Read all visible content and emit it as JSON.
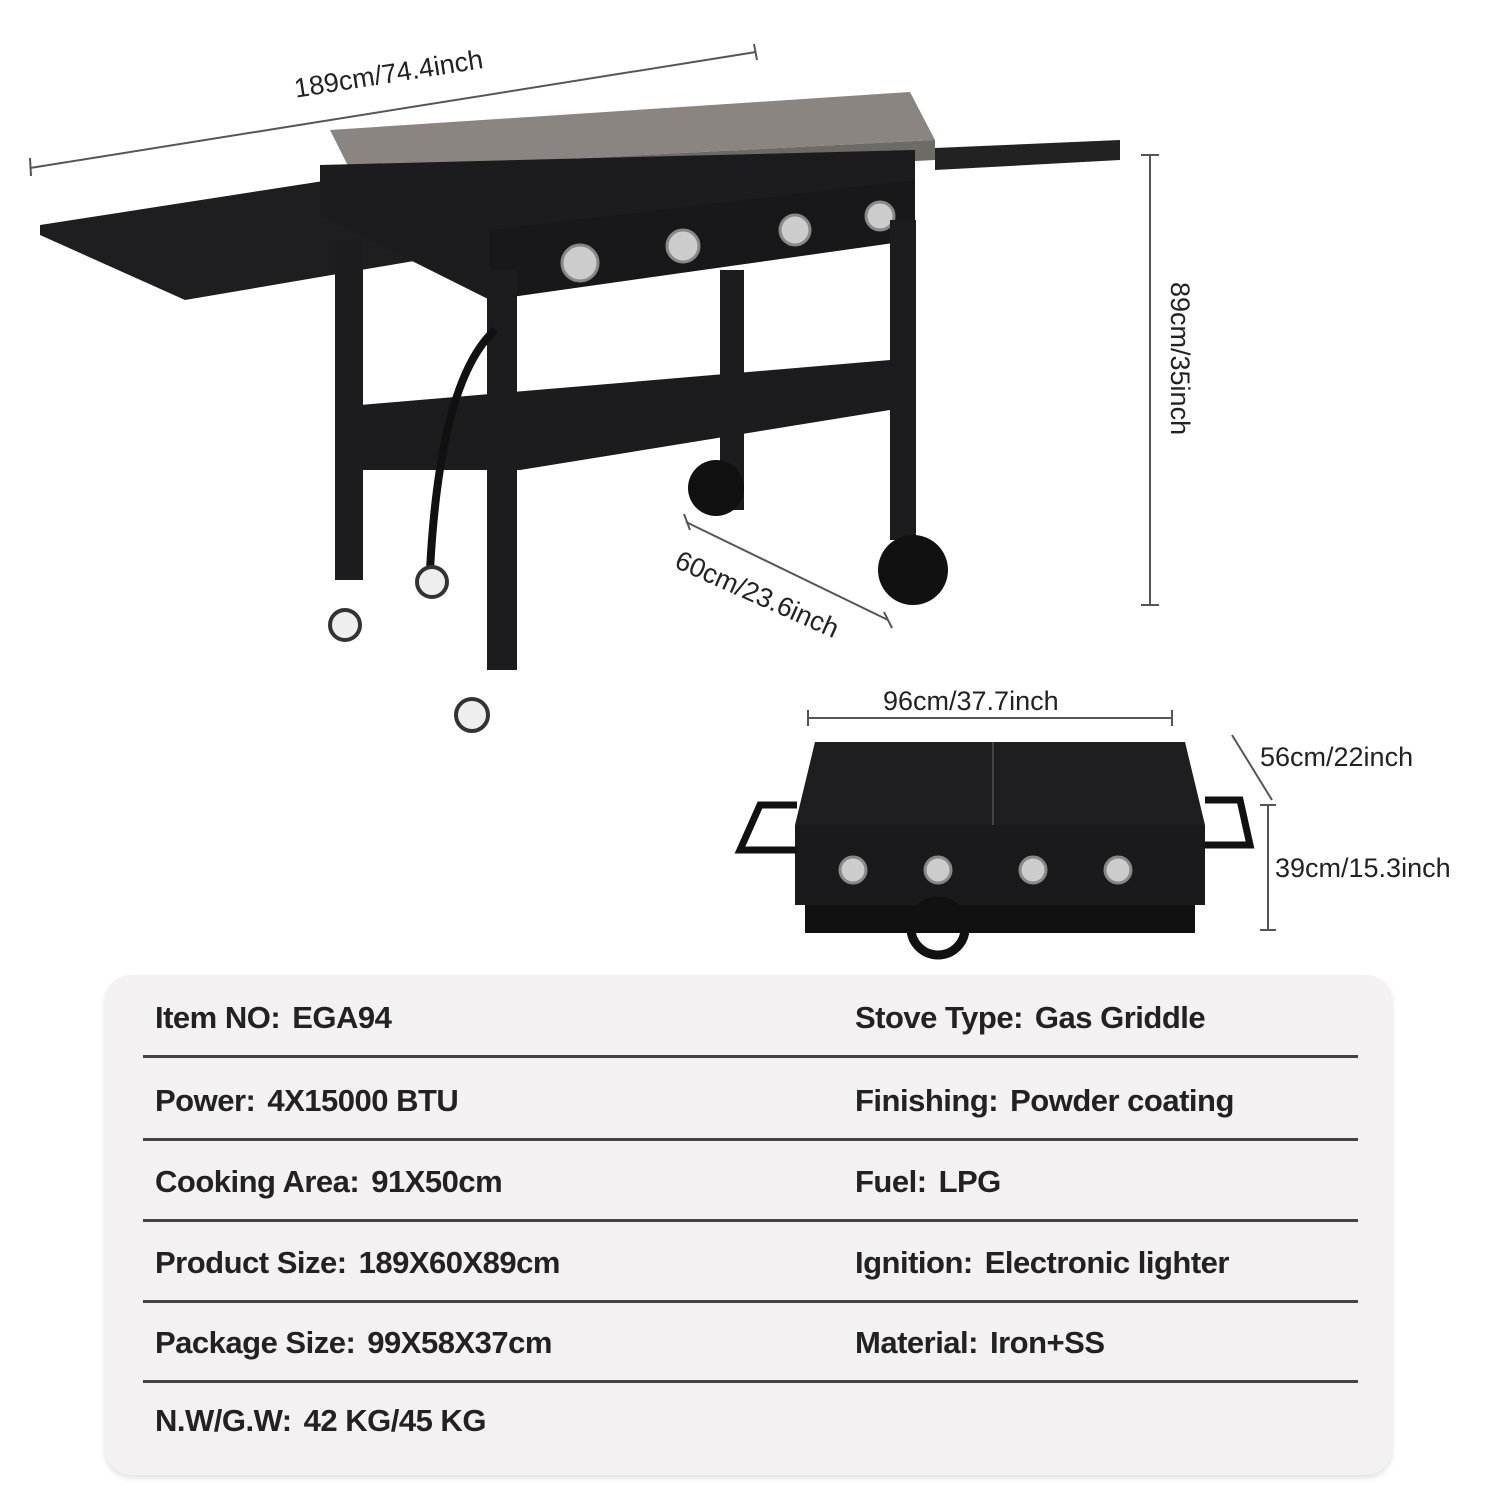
{
  "dimensions": {
    "width": "189cm/74.4inch",
    "height": "89cm/35inch",
    "depth": "60cm/23.6inch",
    "folded_width": "96cm/37.7inch",
    "folded_depth": "56cm/22inch",
    "folded_height": "39cm/15.3inch"
  },
  "specs": [
    {
      "left": {
        "label": "Item NO:",
        "value": "EGA94"
      },
      "right": {
        "label": "Stove Type:",
        "value": "Gas Griddle"
      }
    },
    {
      "left": {
        "label": "Power:",
        "value": "4X15000 BTU"
      },
      "right": {
        "label": "Finishing:",
        "value": "Powder coating"
      }
    },
    {
      "left": {
        "label": "Cooking Area:",
        "value": "91X50cm"
      },
      "right": {
        "label": "Fuel:",
        "value": "LPG"
      }
    },
    {
      "left": {
        "label": "Product Size:",
        "value": "189X60X89cm"
      },
      "right": {
        "label": "Ignition:",
        "value": "Electronic lighter"
      }
    },
    {
      "left": {
        "label": "Package Size:",
        "value": "99X58X37cm"
      },
      "right": {
        "label": "Material:",
        "value": "Iron+SS"
      }
    },
    {
      "left": {
        "label": "N.W/G.W:",
        "value": "42 KG/45 KG"
      },
      "right": {
        "label": "",
        "value": ""
      }
    }
  ],
  "colors": {
    "body": "#1c1c1e",
    "griddle_top": "#8a8580",
    "panel_bg": "#f3f1f2",
    "divider": "#444444"
  }
}
